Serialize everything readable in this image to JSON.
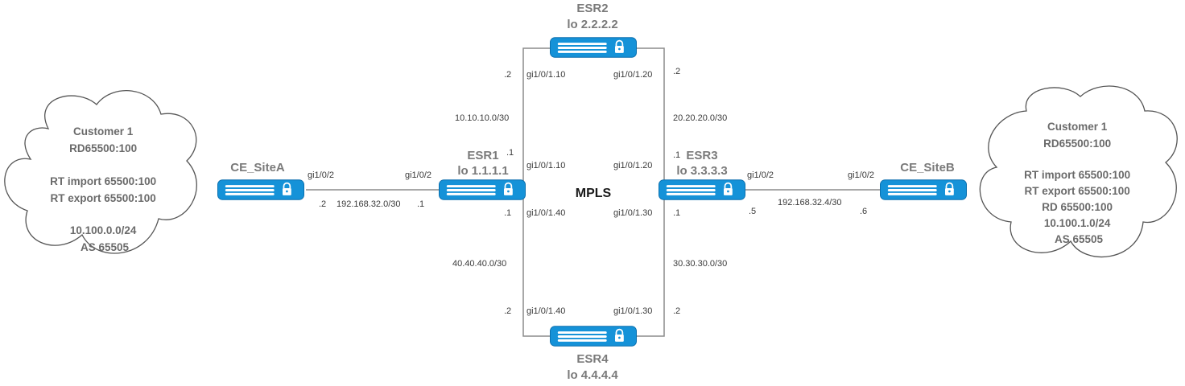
{
  "routers": {
    "esr1": {
      "name": "ESR1",
      "lo": "lo 1.1.1.1"
    },
    "esr2": {
      "name": "ESR2",
      "lo": "lo 2.2.2.2"
    },
    "esr3": {
      "name": "ESR3",
      "lo": "lo 3.3.3.3"
    },
    "esr4": {
      "name": "ESR4",
      "lo": "lo 4.4.4.4"
    },
    "ce_a": {
      "name": "CE_SiteA"
    },
    "ce_b": {
      "name": "CE_SiteB"
    }
  },
  "core_label": "MPLS",
  "links": {
    "ceA_esr1": {
      "subnet": "192.168.32.0/30",
      "ce_if": "gi1/0/2",
      "pe_if": "gi1/0/2",
      "ce_host": ".2",
      "pe_host": ".1"
    },
    "esr3_ceB": {
      "subnet": "192.168.32.4/30",
      "pe_if": "gi1/0/2",
      "ce_if": "gi1/0/2",
      "pe_host": ".5",
      "ce_host": ".6"
    },
    "esr1_esr2": {
      "subnet": "10.10.10.0/30",
      "top_if": "gi1/0/1.10",
      "bottom_if": "gi1/0/1.10",
      "top_host": ".2",
      "bottom_host": ".1"
    },
    "esr2_esr3": {
      "subnet": "20.20.20.0/30",
      "top_if": "gi1/0/1.20",
      "bottom_if": "gi1/0/1.20",
      "top_host": ".2",
      "bottom_host": ".1"
    },
    "esr1_esr4": {
      "subnet": "40.40.40.0/30",
      "top_if": "gi1/0/1.40",
      "bottom_if": "gi1/0/1.40",
      "top_host": ".1",
      "bottom_host": ".2"
    },
    "esr3_esr4": {
      "subnet": "30.30.30.0/30",
      "top_if": "gi1/0/1.30",
      "bottom_if": "gi1/0/1.30",
      "top_host": ".1",
      "bottom_host": ".2"
    }
  },
  "clouds": {
    "site_a": {
      "lines": [
        "Customer 1",
        "RD65500:100",
        "",
        "RT import 65500:100",
        "RT export 65500:100",
        "",
        "10.100.0.0/24",
        "AS 65505"
      ]
    },
    "site_b": {
      "lines": [
        "Customer 1",
        "RD65500:100",
        "",
        "RT import 65500:100",
        "RT export 65500:100",
        "RD 65500:100",
        "10.100.1.0/24",
        "AS 65505"
      ]
    }
  },
  "colors": {
    "device": "#1592d8",
    "device_dark": "#0b6fae",
    "line": "#8c8c8c",
    "cloud_stroke": "#555555"
  },
  "icons": {
    "device": "router-icon",
    "lock": "lock-icon"
  }
}
